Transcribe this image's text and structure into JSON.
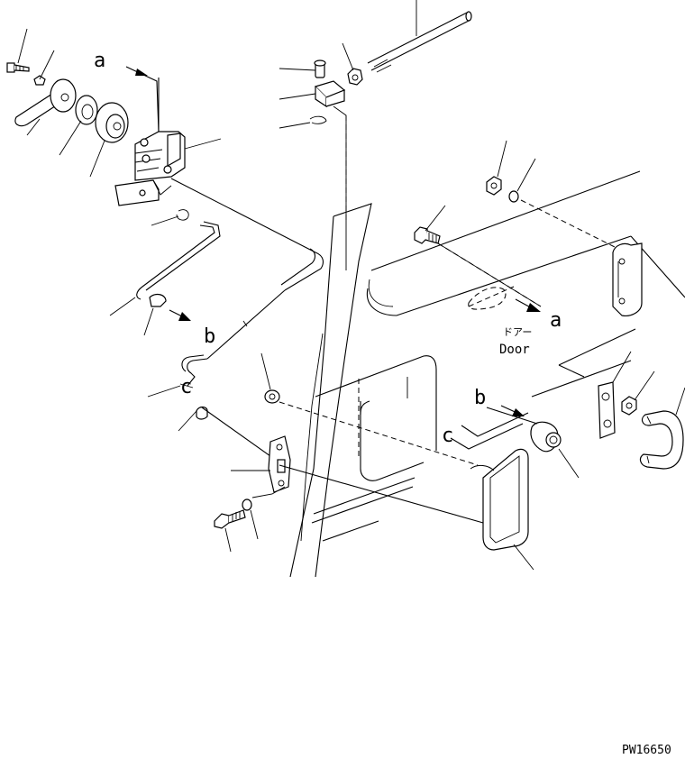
{
  "labels": {
    "ref_a_top": "a",
    "ref_a_right": "a",
    "ref_b_left": "b",
    "ref_b_right": "b",
    "ref_c_left": "c",
    "ref_c_right": "c",
    "door_jp": "ドアー",
    "door_en": "Door",
    "figure_code": "PW16650"
  }
}
